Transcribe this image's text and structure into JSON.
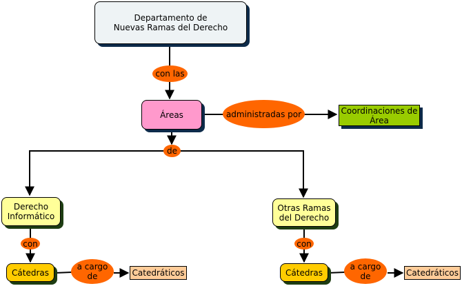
{
  "diagram": {
    "type": "concept-map",
    "colors": {
      "root_fill": "#eef3f5",
      "areas_fill": "#ff99cc",
      "coordinaciones_fill": "#99cc00",
      "branch_fill": "#ffff99",
      "catedras_fill": "#ffcc00",
      "catedraticos_fill": "#ffcc99",
      "link_label_fill": "#ff6600",
      "line_color": "#000000"
    },
    "nodes": {
      "root": "Departamento de\nNuevas Ramas del Derecho",
      "areas": "Áreas",
      "coordinaciones": "Coordinaciones de\nÁrea",
      "derecho_informatico": "Derecho\nInformático",
      "otras_ramas": "Otras Ramas\ndel Derecho",
      "catedras_left": "Cátedras",
      "catedras_right": "Cátedras",
      "catedraticos_left": "Catedráticos",
      "catedraticos_right": "Catedráticos"
    },
    "link_labels": {
      "con_las": "con las",
      "administradas_por": "administradas por",
      "de": "de",
      "con_left": "con",
      "con_right": "con",
      "a_cargo_de_left": "a cargo\nde",
      "a_cargo_de_right": "a cargo\nde"
    },
    "edges": [
      {
        "from": "Departamento de Nuevas Ramas del Derecho",
        "label": "con las",
        "to": "Áreas"
      },
      {
        "from": "Áreas",
        "label": "administradas por",
        "to": "Coordinaciones de Área"
      },
      {
        "from": "Áreas",
        "label": "de",
        "to": "Derecho Informático"
      },
      {
        "from": "Áreas",
        "label": "de",
        "to": "Otras Ramas del Derecho"
      },
      {
        "from": "Derecho Informático",
        "label": "con",
        "to": "Cátedras"
      },
      {
        "from": "Otras Ramas del Derecho",
        "label": "con",
        "to": "Cátedras"
      },
      {
        "from": "Cátedras",
        "label": "a cargo de",
        "to": "Catedráticos"
      },
      {
        "from": "Cátedras",
        "label": "a cargo de",
        "to": "Catedráticos"
      }
    ]
  }
}
